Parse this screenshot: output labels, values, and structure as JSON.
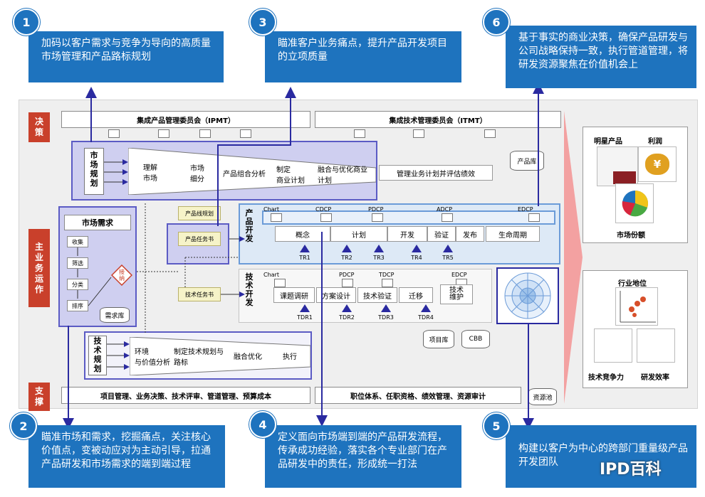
{
  "callouts": [
    {
      "num": "1",
      "text": "加码以客户需求与竞争为导向的高质量市场管理和产品路标规划"
    },
    {
      "num": "2",
      "text": "瞄准市场和需求，挖掘痛点，关注核心价值点，变被动应对为主动引导，拉通产品研发和市场需求的端到端过程"
    },
    {
      "num": "3",
      "text": "瞄准客户业务痛点，提升产品开发项目的立项质量"
    },
    {
      "num": "4",
      "text": "定义面向市场端到端的产品研发流程，传承成功经验，落实各个专业部门在产品研发中的责任，形成统一打法"
    },
    {
      "num": "5",
      "text": "构建以客户为中心的跨部门重量级产品开发团队"
    },
    {
      "num": "6",
      "text": "基于事实的商业决策，确保产品研发与公司战略保持一致，执行管道管理，将研发资源聚焦在价值机会上"
    }
  ],
  "side_labels": {
    "decision": "决\n策",
    "main": "主\n业\n务\n运\n作",
    "support": "支\n撑"
  },
  "committees": {
    "ipmt": "集成产品管理委员会（IPMT）",
    "itmt": "集成技术管理委员会（ITMT）"
  },
  "market_planning": {
    "title": "市\n场\n规\n划",
    "steps": [
      "理解\n市场",
      "市场\n细分",
      "产品组合分析",
      "制定\n商业计划",
      "融合与优化商业\n计划"
    ],
    "manage": "管理业务计划并评估绩效",
    "library": "产品库"
  },
  "market_demand": {
    "title": "市场需求",
    "steps": [
      "收集",
      "筛选",
      "分类",
      "排序"
    ],
    "accept": "接\n纳",
    "library": "需求库"
  },
  "docs": {
    "roadmap": "产品线规划",
    "product_task": "产品任务书",
    "tech_task": "技术任务书"
  },
  "product_dev": {
    "title": "产\n品\n开\n发",
    "gates": [
      "Chart",
      "CDCP",
      "PDCP",
      "ADCP",
      "EDCP"
    ],
    "phases": [
      "概念",
      "计划",
      "开发",
      "验证",
      "发布",
      "生命周期"
    ],
    "trs": [
      "TR1",
      "TR2",
      "TR3",
      "TR4",
      "TR5"
    ]
  },
  "tech_dev": {
    "title": "技\n术\n开\n发",
    "gates": [
      "Chart",
      "PDCP",
      "TDCP",
      "EDCP"
    ],
    "phases": [
      "课题调研",
      "方案设计",
      "技术验证",
      "迁移",
      "技术\n维护"
    ],
    "tdrs": [
      "TDR1",
      "TDR2",
      "TDR3",
      "TDR4"
    ]
  },
  "tech_planning": {
    "title": "技\n术\n规\n划",
    "steps": [
      "环境\n与价值分析",
      "制定技术规划与\n路标",
      "融合优化",
      "执行"
    ]
  },
  "libraries": {
    "project": "项目库",
    "cbb": "CBB",
    "resource": "资源池"
  },
  "support": {
    "left": "项目管理、业务决策、技术评审、管道管理、预算成本",
    "right": "职位体系、任职资格、绩效管理、资源审计"
  },
  "results_top": {
    "star": "明星产品",
    "profit": "利润",
    "share": "市场份额"
  },
  "results_bottom": {
    "position": "行业地位",
    "competitiveness": "技术竞争力",
    "efficiency": "研发效率"
  },
  "watermark": "IPD百科",
  "colors": {
    "blue": "#1e73be",
    "red": "#c9402b",
    "arrow": "#2a2aa0"
  }
}
